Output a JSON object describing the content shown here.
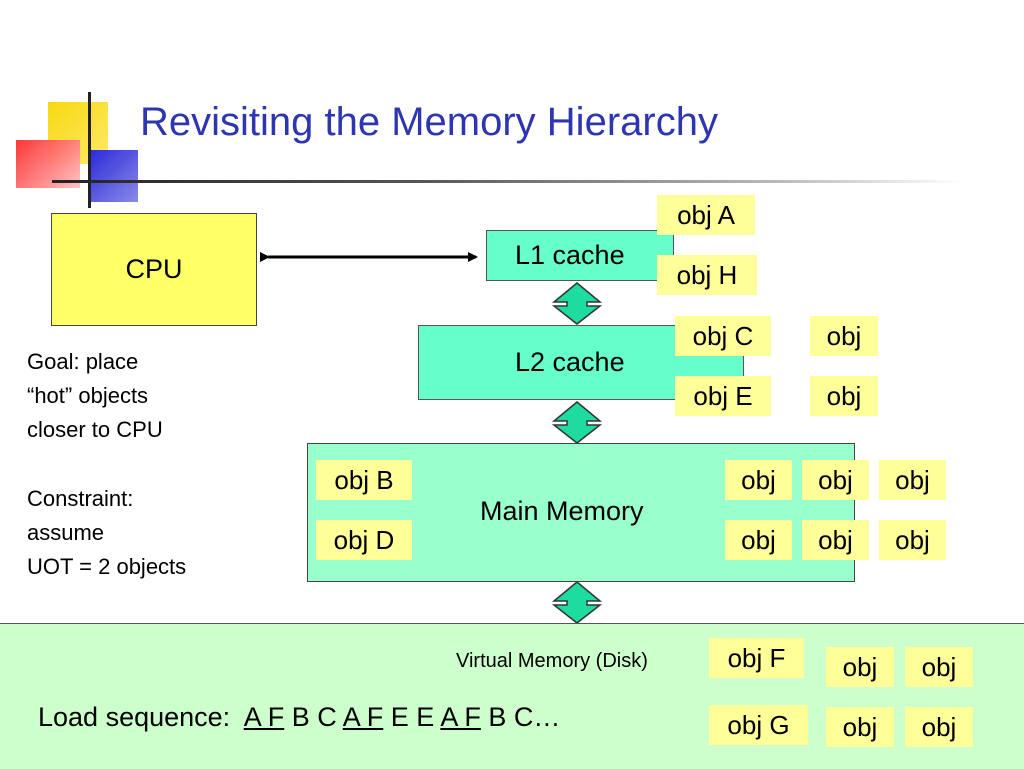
{
  "slide": {
    "title": "Revisiting the Memory Hierarchy"
  },
  "boxes": {
    "cpu": "CPU",
    "l1": "L1 cache",
    "l2": "L2 cache",
    "main_memory": "Main Memory",
    "disk": "Virtual Memory (Disk)"
  },
  "objects": {
    "l1": [
      "obj A",
      "obj H"
    ],
    "l2_named": [
      "obj C",
      "obj E"
    ],
    "l2_generic": [
      "obj",
      "obj"
    ],
    "main_named": [
      "obj B",
      "obj D"
    ],
    "main_generic": [
      "obj",
      "obj",
      "obj",
      "obj",
      "obj",
      "obj"
    ],
    "disk_named": [
      "obj F",
      "obj G"
    ],
    "disk_generic": [
      "obj",
      "obj",
      "obj",
      "obj"
    ]
  },
  "notes": {
    "goal": [
      "Goal: place",
      "“hot” objects",
      "closer to CPU"
    ],
    "constraint": [
      "Constraint:",
      "assume",
      "UOT = 2 objects"
    ]
  },
  "load_sequence": {
    "label": "Load sequence:",
    "items": [
      {
        "text": "A F",
        "underline": true
      },
      {
        "text": "B C",
        "underline": false
      },
      {
        "text": "A F",
        "underline": true
      },
      {
        "text": "E E",
        "underline": false
      },
      {
        "text": "A F",
        "underline": true
      },
      {
        "text": "B C…",
        "underline": false
      }
    ]
  },
  "colors": {
    "title": "#2e35b0",
    "cpu": "#ffff66",
    "cache": "#66ffcc",
    "main_memory": "#99ffcc",
    "disk": "#ccffcc",
    "object": "#ffff99"
  }
}
